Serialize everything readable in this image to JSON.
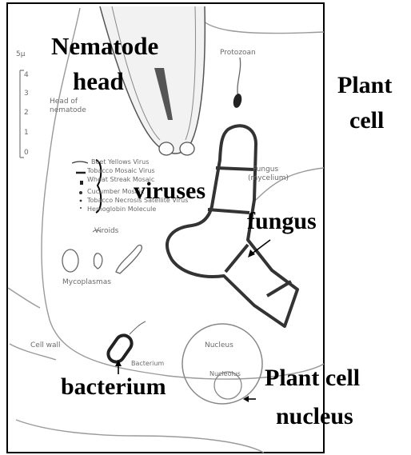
{
  "overlay_labels": {
    "nematode_head": [
      "Nematode",
      "head"
    ],
    "plant_cell": [
      "Plant",
      "cell"
    ],
    "viruses": "viruses",
    "fungus": "fungus",
    "bacterium": "bacterium",
    "plant_cell_nucleus": [
      "Plant cell",
      "nucleus"
    ]
  },
  "figure_text": {
    "scale_unit": "5μ",
    "scale_ticks": [
      "4",
      "3",
      "2",
      "1",
      "0"
    ],
    "protozoan": "Protozoan",
    "head_of_nematode": [
      "Head of",
      "nematode"
    ],
    "fungus_mycelium": [
      "Fungus",
      "(mycelium)"
    ],
    "virus_list": [
      "Beet Yellows Virus",
      "Tobacco Mosaic Virus",
      "Wheat Streak Mosaic",
      "Cucumber Mosaic",
      "Tobacco Necrosis Satellite Virus",
      "Hemoglobin Molecule"
    ],
    "viroids": "Viroids",
    "mycoplasmas": "Mycoplasmas",
    "cell_wall": "Cell wall",
    "bacterium": "Bacterium",
    "nucleus": "Nucleus",
    "nucleolus": "Nucleolus"
  }
}
